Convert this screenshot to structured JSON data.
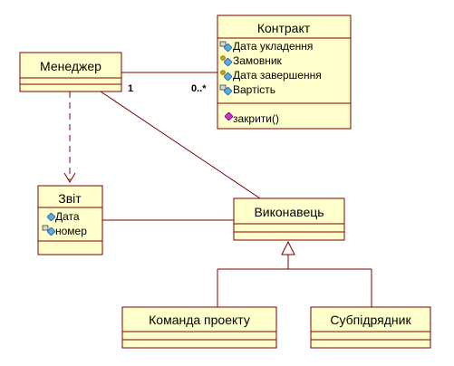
{
  "classes": {
    "manager": {
      "name": "Менеджер",
      "attributes": [],
      "operations": []
    },
    "contract": {
      "name": "Контракт",
      "attributes": [
        {
          "label": "Дата укладення",
          "icon": "lock-diamond-icon"
        },
        {
          "label": "Замовник",
          "icon": "key-diamond-icon"
        },
        {
          "label": "Дата завершення",
          "icon": "key-diamond-icon"
        },
        {
          "label": "Вартість",
          "icon": "lock-diamond-icon"
        }
      ],
      "operations": [
        {
          "label": "закрити()",
          "icon": "operation-diamond-icon"
        }
      ]
    },
    "report": {
      "name": "Звіт",
      "attributes": [
        {
          "label": "Дата",
          "icon": "public-diamond-icon"
        },
        {
          "label": "номер",
          "icon": "lock-diamond-icon"
        }
      ],
      "operations": []
    },
    "performer": {
      "name": "Виконавець",
      "attributes": [],
      "operations": []
    },
    "team": {
      "name": "Команда проекту",
      "attributes": [],
      "operations": []
    },
    "subcontractor": {
      "name": "Субпідрядник",
      "attributes": [],
      "operations": []
    }
  },
  "relations": {
    "manager_contract": {
      "source_multiplicity": "1",
      "target_multiplicity": "0..*"
    }
  },
  "colors": {
    "box_fill": "#ffffcc",
    "line": "#800000",
    "attribute_diamond": "#5fa8e0",
    "operation_diamond": "#cc33cc",
    "icon_key": "#c8a000"
  }
}
